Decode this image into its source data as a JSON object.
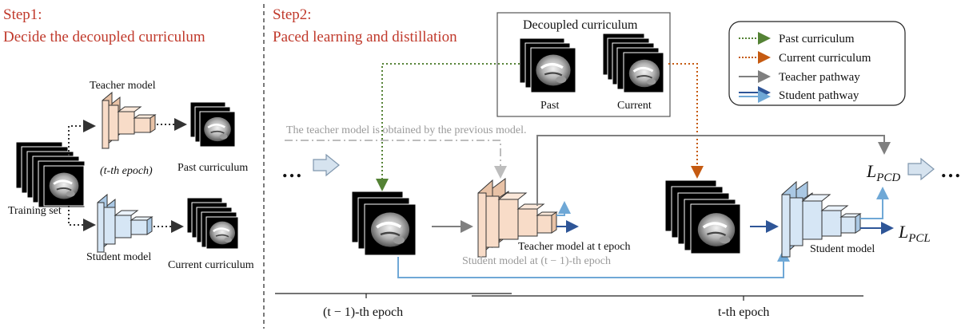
{
  "step1": {
    "title": "Step1:",
    "subtitle": "Decide the decoupled curriculum"
  },
  "step2": {
    "title": "Step2:",
    "subtitle": "Paced learning and distillation"
  },
  "left": {
    "teacher_model": "Teacher model",
    "epoch_note": "(t-th epoch)",
    "past_curriculum": "Past curriculum",
    "training_set": "Training  set",
    "student_model": "Student model",
    "current_curriculum": "Current curriculum"
  },
  "decoupled": {
    "title": "Decoupled curriculum",
    "past": "Past",
    "current": "Current"
  },
  "legend": {
    "items": [
      {
        "label": "Past curriculum",
        "color": "#548235"
      },
      {
        "label": "Current curriculum",
        "color": "#c55a11"
      },
      {
        "label": "Teacher pathway",
        "color": "#7f7f7f"
      },
      {
        "label": "Student pathway",
        "color": "#2e5597"
      }
    ]
  },
  "middle": {
    "note": "The teacher model is obtained by the previous model.",
    "ellipsis_left": "…",
    "ellipsis_right": "…",
    "teacher_at_t": "Teacher model at t epoch",
    "student_prev": "Student model at (t − 1)-th epoch",
    "student_model": "Student model"
  },
  "loss": {
    "pcd_main": "L",
    "pcd_sub": "PCD",
    "pcl_main": "L",
    "pcl_sub": "PCL"
  },
  "timeline": {
    "prev": "(t − 1)-th epoch",
    "curr": "t-th epoch"
  },
  "colors": {
    "teacher_fill": "#f8dcc8",
    "student_fill": "#d6e6f5",
    "student_arrow": "#6fa8d6"
  }
}
